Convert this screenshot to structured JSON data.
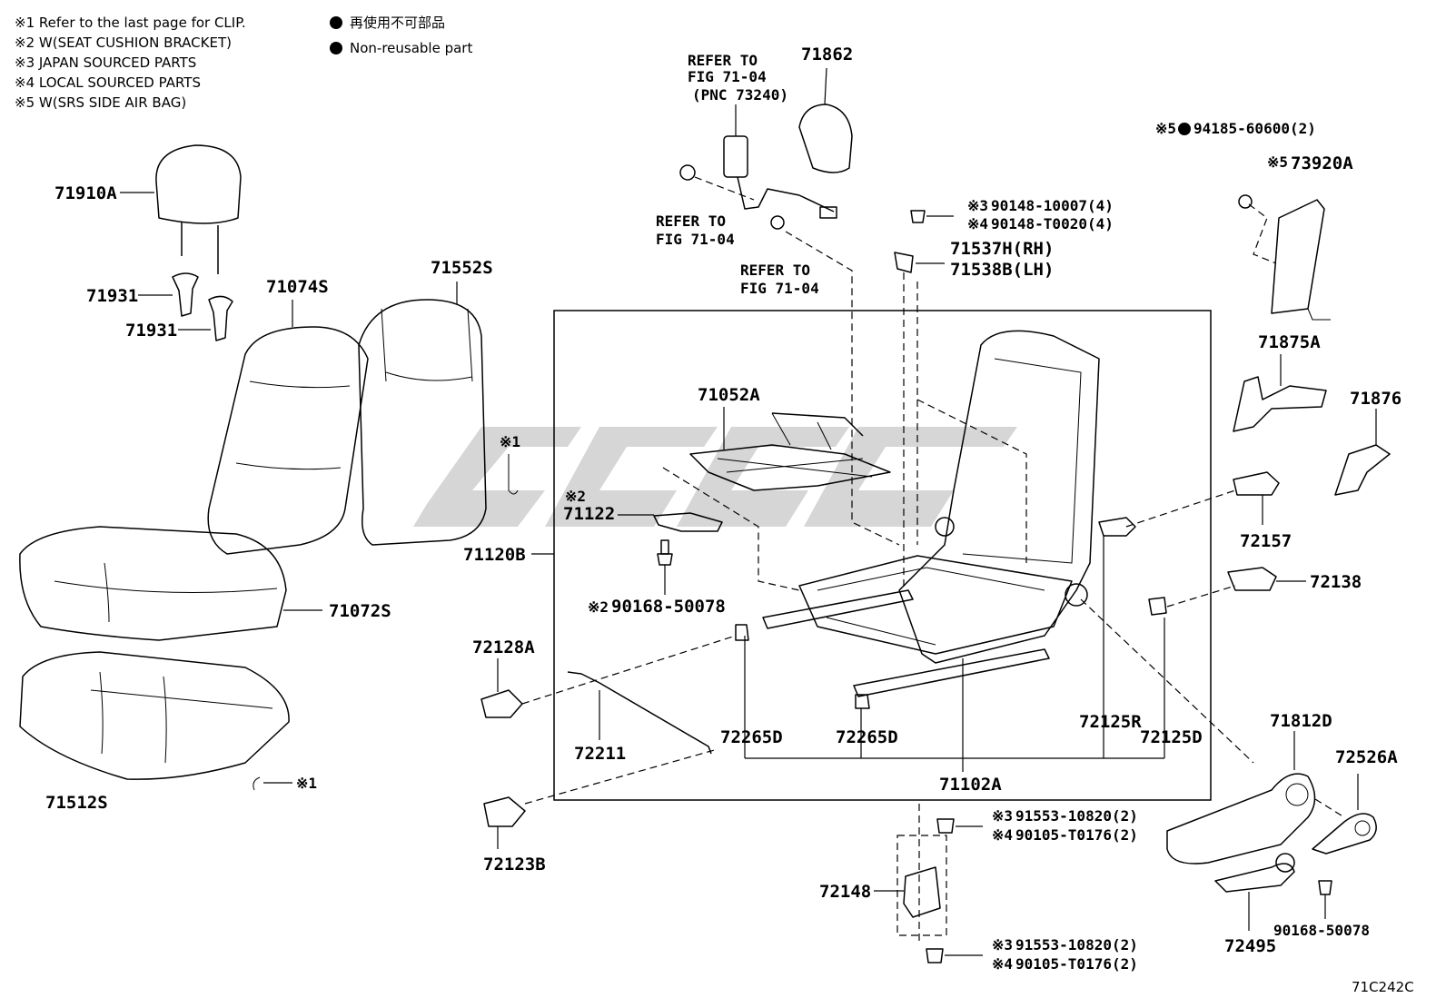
{
  "notes": [
    "※1  Refer to the last page for CLIP.",
    "※2  W(SEAT CUSHION BRACKET)",
    "※3  JAPAN SOURCED PARTS",
    "※4  LOCAL SOURCED PARTS",
    "※5  W(SRS SIDE AIR BAG)"
  ],
  "legend": [
    "再使用不可部品",
    "Non-reusable part"
  ],
  "refs": {
    "r1": [
      "REFER TO",
      "FIG 71-04",
      "(PNC 73240)"
    ],
    "r2": [
      "REFER TO",
      "FIG 71-04"
    ],
    "r3": [
      "REFER TO",
      "FIG 71-04"
    ]
  },
  "parts": {
    "p71910A": "71910A",
    "p71931a": "71931",
    "p71931b": "71931",
    "p71074S": "71074S",
    "p71552S": "71552S",
    "p71072S": "71072S",
    "p71512S": "71512S",
    "p71862": "71862",
    "p71537H": "71537H(RH)",
    "p71538B": "71538B(LH)",
    "p71052A": "71052A",
    "p71122": "71122",
    "p71120B": "71120B",
    "p90168a": "90168-50078",
    "p72128A": "72128A",
    "p72211": "72211",
    "p72265Da": "72265D",
    "p72265Db": "72265D",
    "p71102A": "71102A",
    "p72125R": "72125R",
    "p72125D": "72125D",
    "p72123B": "72123B",
    "p72148": "72148",
    "p73920A": "73920A",
    "p94185": "94185-60600(2)",
    "p71875A": "71875A",
    "p71876": "71876",
    "p72157": "72157",
    "p72138": "72138",
    "p71812D": "71812D",
    "p72526A": "72526A",
    "p72495": "72495",
    "p90168b": "90168-50078",
    "bolt_top_3": "90148-10007(4)",
    "bolt_top_4": "90148-T0020(4)",
    "bolt_mid_3": "91553-10820(2)",
    "bolt_mid_4": "90105-T0176(2)",
    "bolt_bot_3": "91553-10820(2)",
    "bolt_bot_4": "90105-T0176(2)"
  },
  "marks": {
    "m1": "※1",
    "m1b": "※1",
    "m2": "※2",
    "m2b": "※2",
    "m3a": "※3",
    "m4a": "※4",
    "m3b": "※3",
    "m4b": "※4",
    "m3c": "※3",
    "m4c": "※4",
    "m5a": "※5",
    "m5b": "※5"
  },
  "figure_code": "71C242C",
  "colors": {
    "line": "#000000",
    "background": "#ffffff",
    "watermark": "#b4b4b4"
  }
}
